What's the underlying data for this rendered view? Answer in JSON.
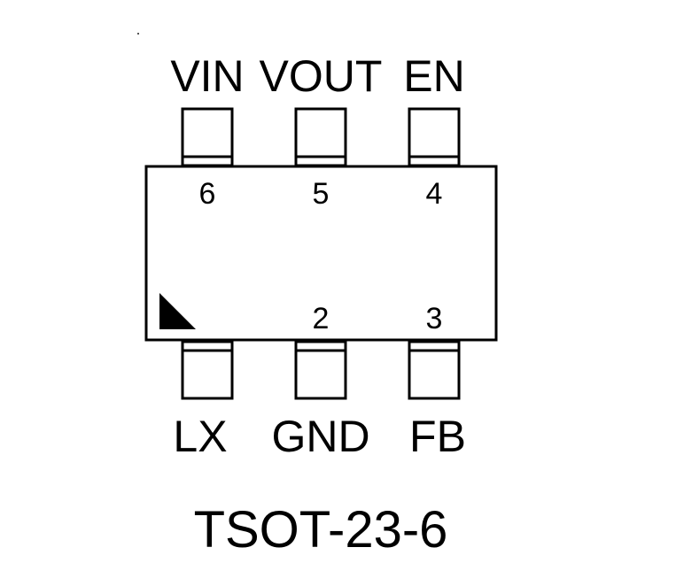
{
  "package": {
    "name": "TSOT-23-6"
  },
  "pins": {
    "top": [
      {
        "name": "VIN",
        "number": "6"
      },
      {
        "name": "VOUT",
        "number": "5"
      },
      {
        "name": "EN",
        "number": "4"
      }
    ],
    "bottom": [
      {
        "name": "LX",
        "number": ""
      },
      {
        "name": "GND",
        "number": "2"
      },
      {
        "name": "FB",
        "number": "3"
      }
    ]
  },
  "colors": {
    "stroke": "#000000",
    "background": "#ffffff"
  },
  "icons": {
    "pin1_marker": "triangle-marker-icon"
  }
}
